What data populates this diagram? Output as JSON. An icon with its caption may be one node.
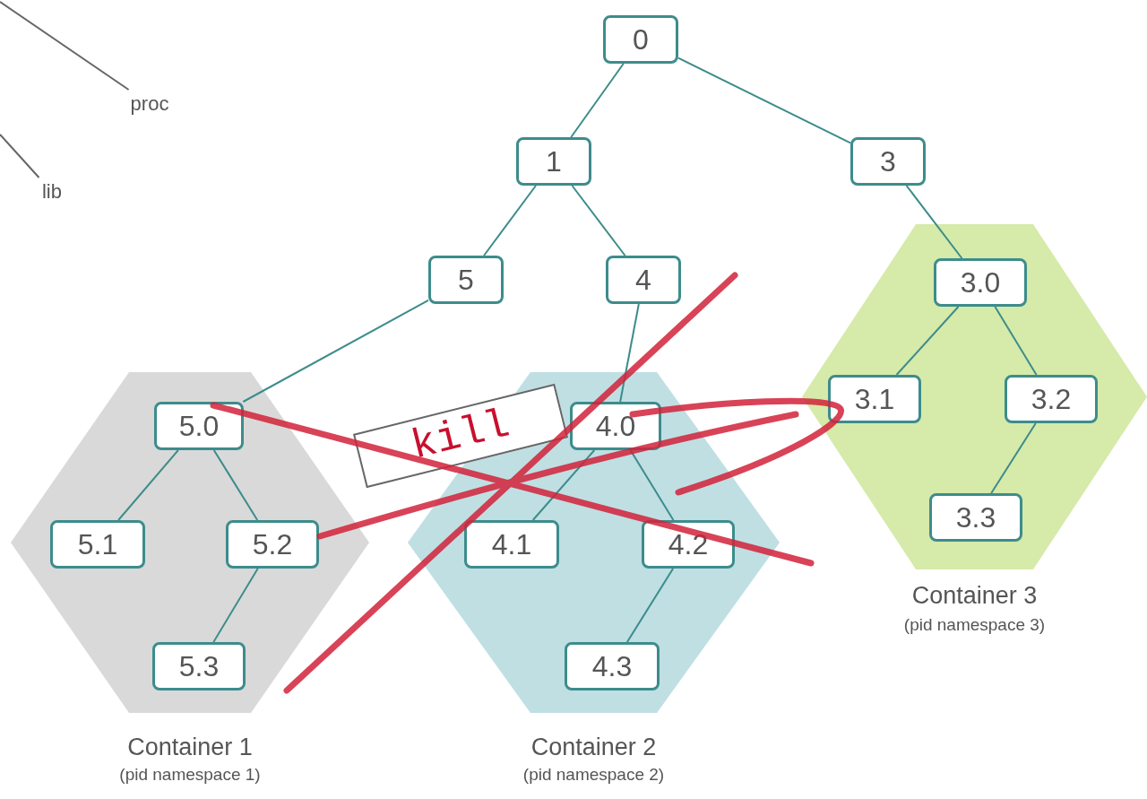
{
  "diagram": {
    "nodes": [
      {
        "text": [
          "proc"
        ]
      },
      {
        "text": [
          "lib"
        ]
      },
      {
        "text": [
          "0"
        ]
      },
      {
        "text": [
          "1"
        ]
      },
      {
        "text": [
          "3"
        ]
      },
      {
        "text": [
          "5"
        ]
      },
      {
        "text": [
          "4"
        ]
      },
      {
        "text": [
          "Container 1",
          "(pid namespace 1)"
        ]
      },
      {
        "text": [
          "5.0"
        ],
        "in": 7
      },
      {
        "text": [
          "5.1"
        ],
        "in": 7
      },
      {
        "text": [
          "5.2"
        ],
        "in": 7
      },
      {
        "text": [
          "5.3"
        ],
        "in": 7
      },
      {
        "text": [
          "Container 2",
          "(pid namespace 2)"
        ]
      },
      {
        "text": [
          "4.0"
        ],
        "in": 12
      },
      {
        "text": [
          "4.1"
        ],
        "in": 12
      },
      {
        "text": [
          "4.2"
        ],
        "in": 12
      },
      {
        "text": [
          "4.3"
        ],
        "in": 12
      },
      {
        "text": [
          "Container 3",
          "(pid namespace 3)"
        ]
      },
      {
        "text": [
          "3.0"
        ],
        "in": 17
      },
      {
        "text": [
          "3.1"
        ],
        "in": 17
      },
      {
        "text": [
          "3.2"
        ],
        "in": 17
      },
      {
        "text": [
          "3.3"
        ],
        "in": 17
      }
    ],
    "edges": [
      {
        "from": null,
        "to": 0,
        "arrow": "none",
        "color": "#666666"
      },
      {
        "from": null,
        "to": 1,
        "arrow": "none",
        "color": "#666666"
      },
      {
        "from": 2,
        "to": 3,
        "arrow": "none"
      },
      {
        "from": 2,
        "to": 4,
        "arrow": "none"
      },
      {
        "from": 3,
        "to": 5,
        "arrow": "none"
      },
      {
        "from": 3,
        "to": 6,
        "arrow": "none"
      },
      {
        "from": 5,
        "to": 8,
        "arrow": "none"
      },
      {
        "from": 6,
        "to": 13,
        "arrow": "none"
      },
      {
        "from": 4,
        "to": 18,
        "arrow": "none"
      },
      {
        "from": 8,
        "to": 9,
        "arrow": "none"
      },
      {
        "from": 8,
        "to": 10,
        "arrow": "none"
      },
      {
        "from": 10,
        "to": 11,
        "arrow": "none"
      },
      {
        "from": 13,
        "to": 14,
        "arrow": "none"
      },
      {
        "from": 13,
        "to": 15,
        "arrow": "none"
      },
      {
        "from": 15,
        "to": 16,
        "arrow": "none"
      },
      {
        "from": 18,
        "to": 19,
        "arrow": "none"
      },
      {
        "from": 18,
        "to": 20,
        "arrow": "none"
      },
      {
        "from": 20,
        "to": 21,
        "arrow": "none"
      }
    ],
    "labels": [
      "kill"
    ]
  }
}
